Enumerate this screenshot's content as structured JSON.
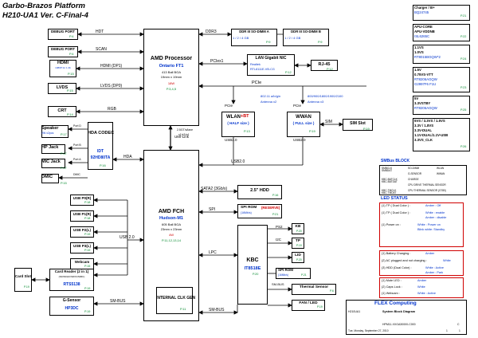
{
  "title": {
    "line1": "Garbo-Brazos Platform",
    "line2": "H210-UA1  Ver. C-Final-4"
  },
  "left_blocks": [
    {
      "id": "debug1",
      "label": "DEBUG PORT",
      "page": "P.4"
    },
    {
      "id": "debug2",
      "label": "DEBUG PORT",
      "page": "P.4"
    },
    {
      "id": "hdmi",
      "label": "HDMI",
      "sub": "1080P for 1.3b",
      "page": "P.15"
    },
    {
      "id": "lvds",
      "label": "LVDS",
      "page": "P.15"
    },
    {
      "id": "crt",
      "label": "CRT",
      "page": "P.14"
    }
  ],
  "bus_labels": {
    "hdt": "HDT",
    "scan": "SCAN",
    "hdmi_dp1": "HDMI (DP1)",
    "lvds_dp0": "LVDS (DP0)",
    "rgb": "RGB",
    "ddr3": "DDR3",
    "pclex1": "PCIex1",
    "pcie": "PCIe",
    "umi": "UMI-Link",
    "hda": "HDA",
    "usb20_a": "USB2.0",
    "usb20_b": "USB2.0",
    "usb20_c": "USB2.0",
    "usb20_d": "USB 2.0",
    "sata2": "SATA2 (3Gb/s)",
    "spi": "SPI",
    "lpc": "LPC",
    "smbus": "SM-BUS",
    "smbus2": "SM-BUS",
    "sim": "SIM",
    "pcie_w1": "PCIe",
    "pcie_w2": "PCIe",
    "usb_w1": "USB2.0",
    "usb_w2": "USB2.0",
    "i2c": "I2C",
    "ps2": "PS2",
    "umi_note1": "2.5GT/s/lane",
    "umi_note2": "x1/x2/x4"
  },
  "dimm": [
    {
      "label": "DDR III  SO-DIMM A",
      "sub": "1 / 2 / 4 GB",
      "page": "P.9"
    },
    {
      "label": "DDR III  SO-DIMM B",
      "sub": "1 / 2 / 4 GB",
      "page": "P.9"
    }
  ],
  "cpu": {
    "title": "AMD Processor",
    "name": "Ontario FT1",
    "pkg": "413 Ball BGA",
    "size": "19mm x 19mm",
    "tdp": "18W",
    "page": "P.3,4,5"
  },
  "lan": {
    "title": "LAN Gigabit NIC",
    "vendor": "Realtek",
    "part": "RTL8111E-VB-CG",
    "page": "P.12"
  },
  "rj45": {
    "label": "RJ-45",
    "page": "P.12"
  },
  "wlan": {
    "title": "WLAN",
    "suffix": "+BT",
    "size": "( HALF size )",
    "std": "802.11 a/b/g/n",
    "ant": "Antenna x2",
    "page": "P.13"
  },
  "wwan": {
    "title": "WWAN",
    "size": "( FULL size )",
    "bands": "800/900/1800/1900/2100",
    "ant": "Antenna x3",
    "page": "P.19"
  },
  "simslot": {
    "label": "SIM Slot",
    "page": "P.19"
  },
  "codec": {
    "title": "HDA CODEC",
    "part": "IDT",
    "part2": "92HD80TA",
    "page": "P.16"
  },
  "audio": [
    {
      "label": "Speaker",
      "sub": "2W x2pcs",
      "page": "P.17",
      "port": "Port D"
    },
    {
      "label": "HP Jack",
      "page": "P.17",
      "port": "Port B"
    },
    {
      "label": "MIC Jack",
      "page": "P.17",
      "port": "Port A"
    },
    {
      "label": "DMIC",
      "page": "P.15",
      "port": "DMIC"
    }
  ],
  "usb_ports": [
    {
      "label": "USB P0(R)",
      "page": "P.18"
    },
    {
      "label": "USB P1(R)",
      "page": "P.18"
    },
    {
      "label": "USB P2(L)",
      "page": "P.19"
    },
    {
      "label": "USB P3(L)",
      "page": "P.19"
    },
    {
      "label": "Webcam",
      "page": "P.15"
    }
  ],
  "cardreader": {
    "title": "Card Reader (2 in 1)",
    "sub": "(SD/SDHC/SDXC/MMC)",
    "part": "RTS5138",
    "page": "P.19"
  },
  "cardslot": {
    "label": "Card Slot",
    "page": "P.19"
  },
  "gsensor": {
    "title": "G-Sensor",
    "part": "HP3DC",
    "page": "P.19"
  },
  "fch": {
    "title": "AMD FCH",
    "name": "Hudson-M1",
    "pkg": "605 Ball BGA",
    "size": "23mm x 23mm",
    "tdp": "4W",
    "page": "P.11,12,13,14",
    "sub": "INTERNAL CLK GEN",
    "sub_page": "P.11"
  },
  "hdd": {
    "label": "2.5\" HDD",
    "page": "P.16"
  },
  "spirom1": {
    "label": "SPI ROM",
    "tag": "(RESERVE)",
    "size": "(16Mb/s)",
    "page": "P.21"
  },
  "kbc": {
    "title": "KBC",
    "part": "IT8518E",
    "page": "P.20"
  },
  "kbc_side": [
    {
      "label": "KB",
      "page": "P.20"
    },
    {
      "label": "TP",
      "page": "P.19"
    },
    {
      "label": "LID",
      "page": "P.20"
    }
  ],
  "spirom2": {
    "label": "SPI ROM",
    "size": "(16Mb/s)",
    "page": "P.21"
  },
  "thermal": {
    "label": "Thermal Sensor",
    "page": "P.6"
  },
  "fanled": {
    "label": "FAN / LED",
    "page": "P.19"
  },
  "power": [
    {
      "lines": [
        "Charger / B+",
        "BQ24745"
      ],
      "page": "P.21"
    },
    {
      "lines": [
        "APU-CORE",
        "APU-VDDNB",
        "ISL6265C"
      ],
      "page": "P.22"
    },
    {
      "lines": [
        "1.1VS",
        "1.0VS",
        "RT8015BGQW*2"
      ],
      "page": "P.24"
    },
    {
      "lines": [
        "1.5V",
        "0.75VS-VTT",
        "RT8206AGQW",
        "G2997F6 F1U"
      ],
      "page": "P.23"
    },
    {
      "lines": [
        "5V",
        "3.3VSTBY",
        "RT8206AGQW"
      ],
      "page": "P.25"
    },
    {
      "lines": [
        "5VS / 3.3VS / 1.5VS",
        "3.3V / 1.8VS",
        "3.3V-DUAL",
        "1.1V-DUAL/1.1V-USB",
        "3.3VS_CLK"
      ],
      "page": "P.26"
    }
  ],
  "smbus_block": {
    "title": "SMBus BLOCK",
    "rows": [
      [
        "SMBCLK",
        "SMBDAT",
        "SO-DIMM",
        "WLAN"
      ],
      [
        "",
        "",
        "G-SENSOR",
        "WWAN"
      ],
      [
        "KBC-BATCLK",
        "KBC-BATDAT",
        "CHARGE",
        ""
      ],
      [
        "",
        "",
        "CPU DRIVE THERMAL SENSOR",
        ""
      ],
      [
        "KBC-TMCLK",
        "KBC-TMDAT",
        "CPU THERMAL SENSOR (G780)",
        ""
      ]
    ]
  },
  "led_status": {
    "title": "LED STATUS",
    "rows": [
      {
        "text": "(1) TP ( Dual Color ) :",
        "val": "Amber : Off"
      },
      {
        "text": "(1) TP ( Dual Color ) :",
        "val": "White : enable",
        "val2": "Amber : disable"
      },
      {
        "text": "(1) Power on :",
        "val": "White : Power on",
        "val2": "Blink white: Standby"
      },
      {
        "text": "(1) Battery Charging :",
        "val": "Amber"
      },
      {
        "text": "(2) AC plugged and not charging :",
        "val": "White"
      },
      {
        "text": "(3) HDD (Dual Color) :",
        "val": "White : Active",
        "val2": "Amber : Park"
      },
      {
        "text": "(1) Mute LED :",
        "val": "Amber"
      },
      {
        "text": "(2) Caps Lock :",
        "val": "White"
      },
      {
        "text": "(1) Webcam :",
        "val": "White : Active"
      }
    ]
  },
  "titleblock": {
    "logo": "FLEX Computing",
    "project": "H210UA1",
    "docname": "System Block Diagram",
    "docno": "HPM11-XXGA30000-C000",
    "rev": "C",
    "date": "Tue, Monday, September 27, 2010",
    "sheet": "1",
    "sheets": "1"
  }
}
